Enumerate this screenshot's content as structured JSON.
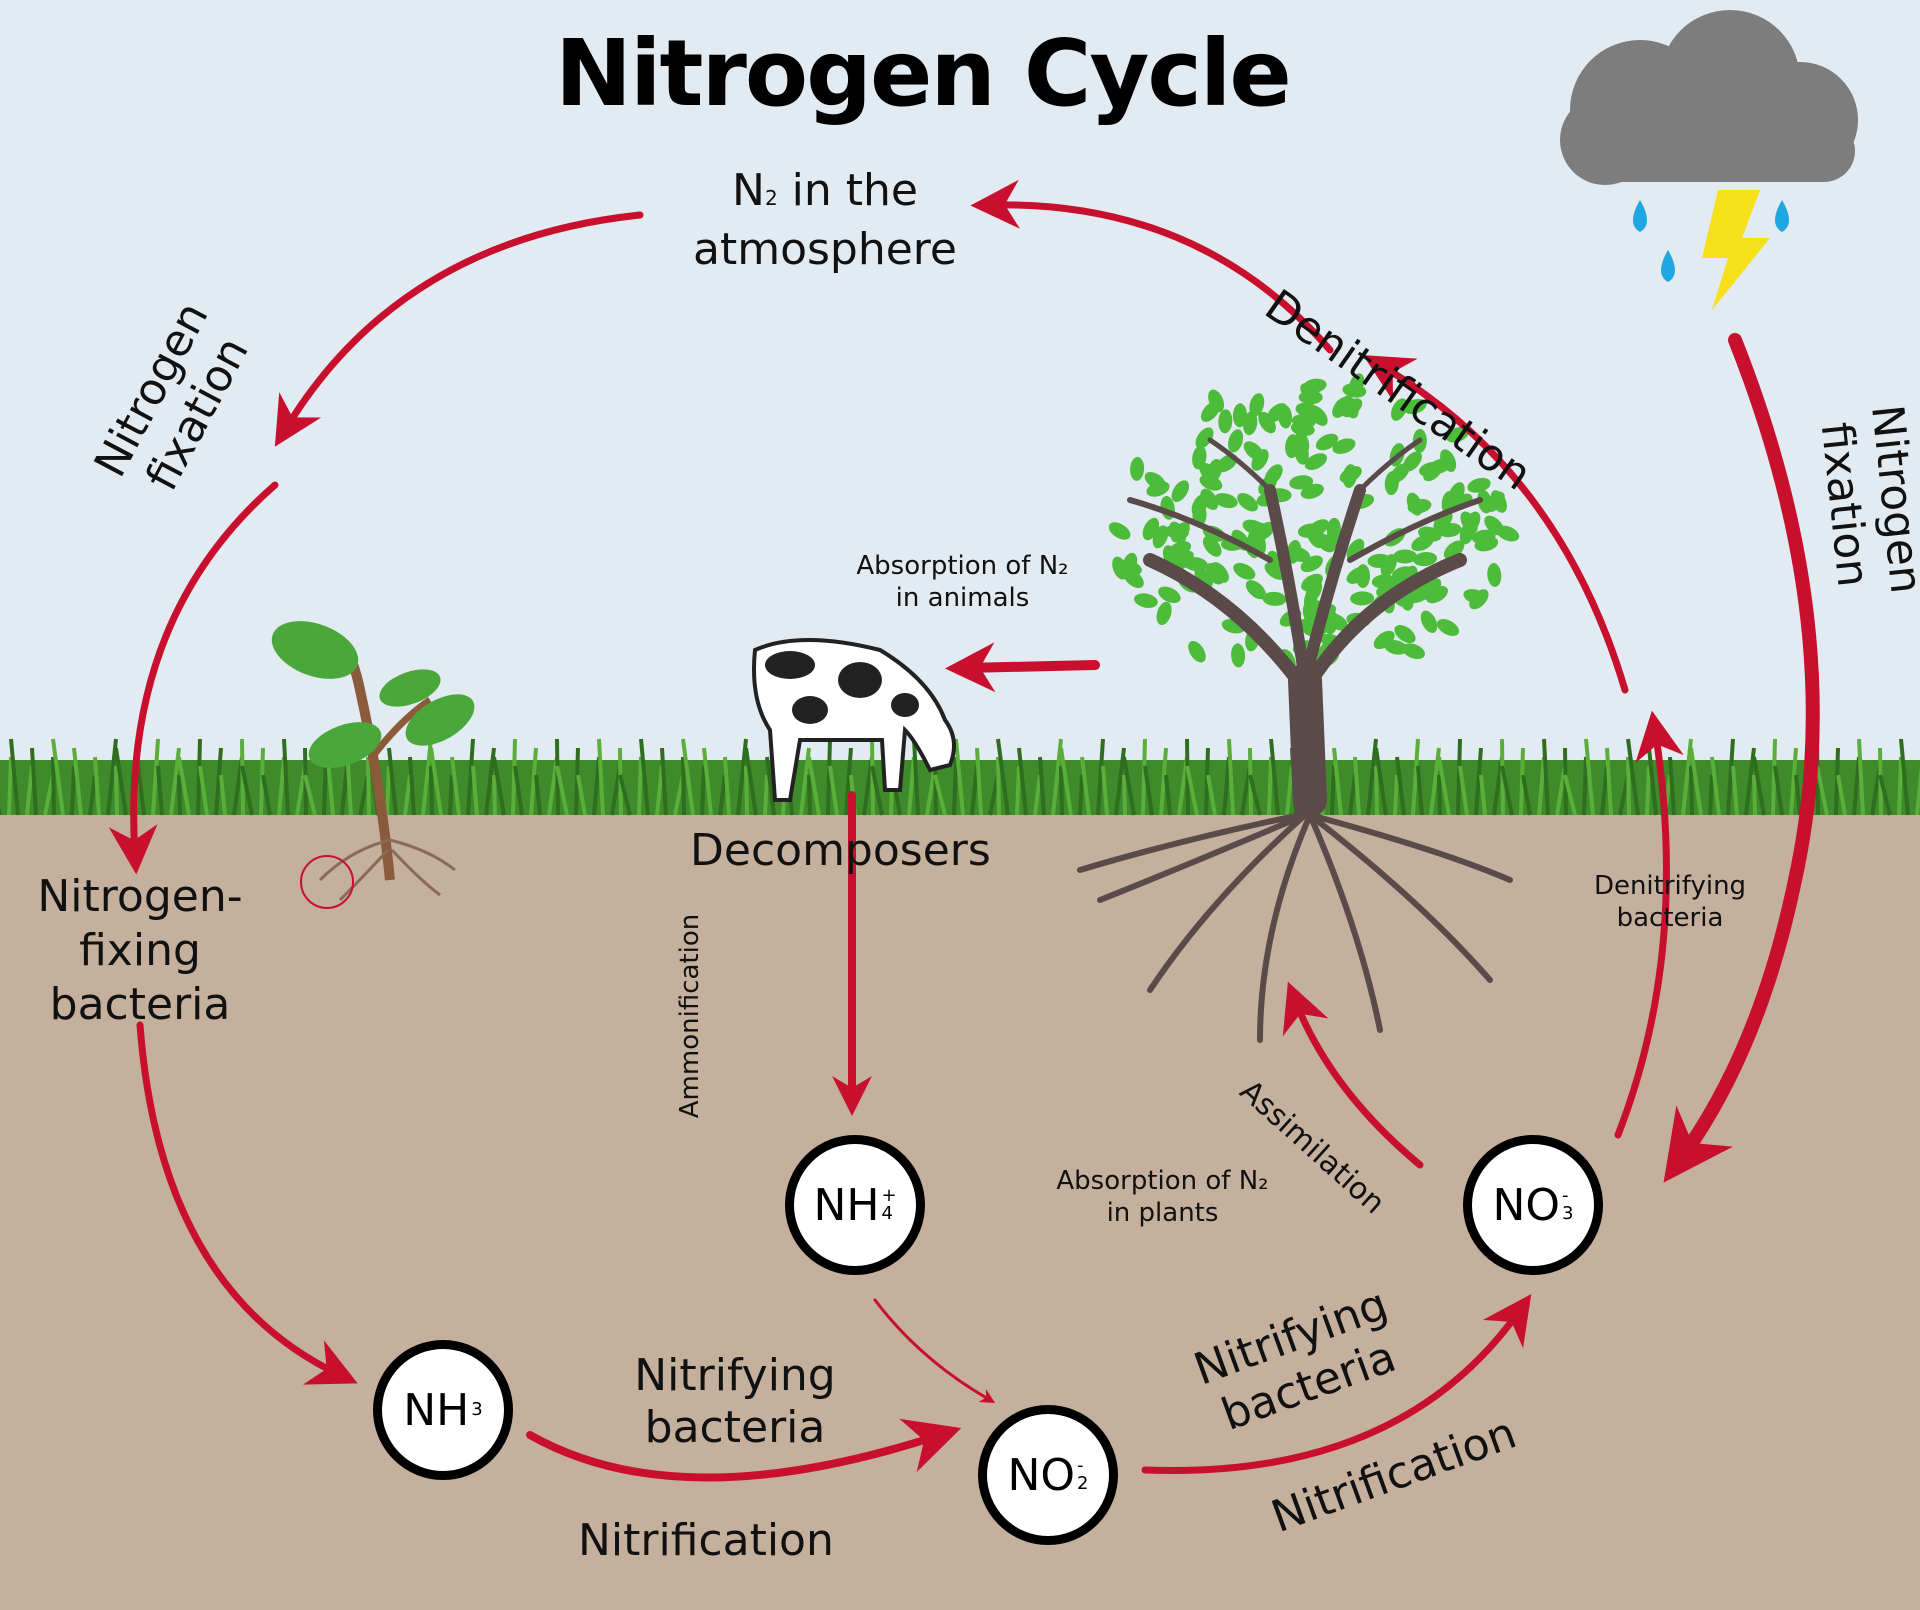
{
  "title": "Nitrogen Cycle",
  "labels": {
    "n2_atmosphere_n": "N",
    "n2_atmosphere_sub": "2",
    "n2_atmosphere_rest": " in the",
    "n2_atmosphere_line2": "atmosphere",
    "nitrogen_fixation_left_1": "Nitrogen",
    "nitrogen_fixation_left_2": "fixation",
    "denitrification": "Denitrification",
    "nitrogen_fixation_right_1": "Nitrogen",
    "nitrogen_fixation_right_2": "fixation",
    "absorption_animals_1": "Absorption of N₂",
    "absorption_animals_2": "in animals",
    "decomposers": "Decomposers",
    "ammonification": "Ammonification",
    "nitrogen_fixing_bacteria_1": "Nitrogen-",
    "nitrogen_fixing_bacteria_2": "fixing",
    "nitrogen_fixing_bacteria_3": "bacteria",
    "denitrifying_bacteria_1": "Denitrifying",
    "denitrifying_bacteria_2": "bacteria",
    "assimilation": "Assimilation",
    "absorption_plants_1": "Absorption of N₂",
    "absorption_plants_2": "in plants",
    "nitrifying_bacteria_left_1": "Nitrifying",
    "nitrifying_bacteria_left_2": "bacteria",
    "nitrification_left": "Nitrification",
    "nitrifying_bacteria_right_1": "Nitrifying",
    "nitrifying_bacteria_right_2": "bacteria",
    "nitrification_right": "Nitrification"
  },
  "nodes": {
    "nh3": {
      "base": "NH",
      "sup": "",
      "sub": "3"
    },
    "nh4": {
      "base": "NH",
      "sup": "+",
      "sub": "4"
    },
    "no2": {
      "base": "NO",
      "sup": "-",
      "sub": "2"
    },
    "no3": {
      "base": "NO",
      "sup": "-",
      "sub": "3"
    }
  },
  "colors": {
    "sky": "#e2eaf2",
    "soil": "#c4b09c",
    "grass": "#3f8a2a",
    "arrow": "#c8102e",
    "leaf": "#4cbc3a",
    "trunk": "#5a4a4a",
    "cloud": "#7d7d7d",
    "rain": "#1ea7e1",
    "lightning": "#f5e01a"
  },
  "icons": [
    "cloud-icon",
    "lightning-icon",
    "raindrop-icon",
    "tree-icon",
    "seedling-icon",
    "cow-icon",
    "grass-icon"
  ]
}
